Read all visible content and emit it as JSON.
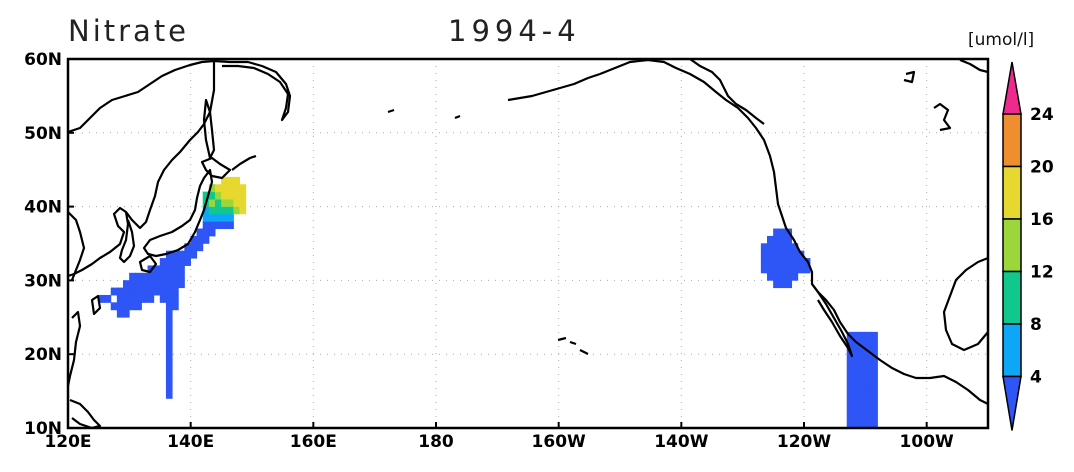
{
  "title": "Nitrate",
  "period": "1994-4",
  "colorbar": {
    "unit": "[umol/l]",
    "labels": [
      "4",
      "8",
      "12",
      "16",
      "20",
      "24"
    ],
    "colors": [
      "#2e55f5",
      "#0ea6f6",
      "#10c88d",
      "#9bd63b",
      "#e6d82e",
      "#ef8e2f",
      "#ef2a8e"
    ]
  },
  "axes": {
    "x_ticks": [
      "120E",
      "140E",
      "160E",
      "180",
      "160W",
      "140W",
      "120W",
      "100W"
    ],
    "y_ticks": [
      "60N",
      "50N",
      "40N",
      "30N",
      "20N",
      "10N"
    ]
  },
  "fields": {
    "kuroshio_cells": [
      [
        125,
        27
      ],
      [
        126,
        27
      ],
      [
        127,
        28
      ],
      [
        127,
        26
      ],
      [
        128,
        26
      ],
      [
        128,
        25
      ],
      [
        128,
        27
      ],
      [
        128,
        28
      ],
      [
        129,
        25
      ],
      [
        129,
        26
      ],
      [
        129,
        27
      ],
      [
        129,
        28
      ],
      [
        129,
        29
      ],
      [
        130,
        26
      ],
      [
        130,
        27
      ],
      [
        130,
        28
      ],
      [
        130,
        29
      ],
      [
        130,
        30
      ],
      [
        131,
        26
      ],
      [
        131,
        27
      ],
      [
        131,
        28
      ],
      [
        131,
        29
      ],
      [
        131,
        30
      ],
      [
        132,
        27
      ],
      [
        132,
        28
      ],
      [
        132,
        29
      ],
      [
        132,
        30
      ],
      [
        133,
        27
      ],
      [
        133,
        28
      ],
      [
        133,
        29
      ],
      [
        133,
        30
      ],
      [
        133,
        31
      ],
      [
        134,
        28
      ],
      [
        134,
        29
      ],
      [
        134,
        30
      ],
      [
        134,
        31
      ],
      [
        135,
        27
      ],
      [
        135,
        28
      ],
      [
        135,
        29
      ],
      [
        135,
        30
      ],
      [
        135,
        31
      ],
      [
        135,
        32
      ],
      [
        136,
        27
      ],
      [
        136,
        28
      ],
      [
        136,
        29
      ],
      [
        136,
        30
      ],
      [
        136,
        31
      ],
      [
        136,
        32
      ],
      [
        136,
        33
      ],
      [
        137,
        26
      ],
      [
        137,
        27
      ],
      [
        137,
        28
      ],
      [
        137,
        29
      ],
      [
        137,
        30
      ],
      [
        137,
        31
      ],
      [
        137,
        32
      ],
      [
        137,
        33
      ],
      [
        138,
        29
      ],
      [
        138,
        30
      ],
      [
        138,
        31
      ],
      [
        138,
        32
      ],
      [
        138,
        33
      ],
      [
        139,
        32
      ],
      [
        139,
        33
      ],
      [
        139,
        34
      ],
      [
        140,
        33
      ],
      [
        140,
        34
      ],
      [
        140,
        35
      ],
      [
        141,
        34
      ],
      [
        141,
        35
      ],
      [
        141,
        36
      ],
      [
        142,
        35
      ],
      [
        142,
        36
      ],
      [
        142,
        37
      ],
      [
        143,
        36
      ],
      [
        143,
        37
      ],
      [
        144,
        37
      ],
      [
        145,
        37
      ],
      [
        146,
        37
      ]
    ],
    "kuroshio_tail": [
      [
        136,
        14
      ],
      [
        136,
        15
      ],
      [
        136,
        16
      ],
      [
        136,
        17
      ],
      [
        136,
        18
      ],
      [
        136,
        19
      ],
      [
        136,
        20
      ],
      [
        136,
        21
      ],
      [
        136,
        22
      ],
      [
        136,
        23
      ],
      [
        136,
        24
      ],
      [
        136,
        25
      ],
      [
        136,
        26
      ]
    ],
    "oyashio_cells": [
      {
        "lon": 142,
        "lat": 38,
        "c": 1
      },
      {
        "lon": 143,
        "lat": 38,
        "c": 1
      },
      {
        "lon": 144,
        "lat": 38,
        "c": 1
      },
      {
        "lon": 145,
        "lat": 38,
        "c": 1
      },
      {
        "lon": 146,
        "lat": 38,
        "c": 1
      },
      {
        "lon": 142,
        "lat": 39,
        "c": 1
      },
      {
        "lon": 143,
        "lat": 39,
        "c": 2
      },
      {
        "lon": 144,
        "lat": 39,
        "c": 2
      },
      {
        "lon": 145,
        "lat": 39,
        "c": 2
      },
      {
        "lon": 146,
        "lat": 39,
        "c": 2
      },
      {
        "lon": 147,
        "lat": 39,
        "c": 3
      },
      {
        "lon": 148,
        "lat": 39,
        "c": 4
      },
      {
        "lon": 142,
        "lat": 40,
        "c": 2
      },
      {
        "lon": 143,
        "lat": 40,
        "c": 3
      },
      {
        "lon": 144,
        "lat": 40,
        "c": 2
      },
      {
        "lon": 145,
        "lat": 40,
        "c": 3
      },
      {
        "lon": 146,
        "lat": 40,
        "c": 3
      },
      {
        "lon": 147,
        "lat": 40,
        "c": 4
      },
      {
        "lon": 148,
        "lat": 40,
        "c": 4
      },
      {
        "lon": 142,
        "lat": 41,
        "c": 2
      },
      {
        "lon": 143,
        "lat": 41,
        "c": 2
      },
      {
        "lon": 144,
        "lat": 41,
        "c": 3
      },
      {
        "lon": 145,
        "lat": 41,
        "c": 4
      },
      {
        "lon": 146,
        "lat": 41,
        "c": 4
      },
      {
        "lon": 147,
        "lat": 41,
        "c": 4
      },
      {
        "lon": 148,
        "lat": 41,
        "c": 4
      },
      {
        "lon": 143,
        "lat": 42,
        "c": 3
      },
      {
        "lon": 144,
        "lat": 42,
        "c": 4
      },
      {
        "lon": 145,
        "lat": 42,
        "c": 4
      },
      {
        "lon": 146,
        "lat": 42,
        "c": 4
      },
      {
        "lon": 147,
        "lat": 42,
        "c": 4
      },
      {
        "lon": 148,
        "lat": 42,
        "c": 4
      },
      {
        "lon": 145,
        "lat": 43,
        "c": 4
      },
      {
        "lon": 146,
        "lat": 43,
        "c": 4
      },
      {
        "lon": 147,
        "lat": 43,
        "c": 4
      }
    ],
    "california_cells": [
      [
        -125,
        29
      ],
      [
        -124,
        29
      ],
      [
        -123,
        29
      ],
      [
        -126,
        30
      ],
      [
        -125,
        30
      ],
      [
        -124,
        30
      ],
      [
        -123,
        30
      ],
      [
        -122,
        30
      ],
      [
        -127,
        31
      ],
      [
        -126,
        31
      ],
      [
        -125,
        31
      ],
      [
        -124,
        31
      ],
      [
        -123,
        31
      ],
      [
        -122,
        31
      ],
      [
        -121,
        31
      ],
      [
        -120,
        31
      ],
      [
        -127,
        32
      ],
      [
        -126,
        32
      ],
      [
        -125,
        32
      ],
      [
        -124,
        32
      ],
      [
        -123,
        32
      ],
      [
        -122,
        32
      ],
      [
        -121,
        32
      ],
      [
        -120,
        32
      ],
      [
        -127,
        33
      ],
      [
        -126,
        33
      ],
      [
        -125,
        33
      ],
      [
        -124,
        33
      ],
      [
        -123,
        33
      ],
      [
        -122,
        33
      ],
      [
        -121,
        33
      ],
      [
        -127,
        34
      ],
      [
        -126,
        34
      ],
      [
        -125,
        34
      ],
      [
        -124,
        34
      ],
      [
        -123,
        34
      ],
      [
        -122,
        34
      ],
      [
        -126,
        35
      ],
      [
        -125,
        35
      ],
      [
        -124,
        35
      ],
      [
        -123,
        35
      ],
      [
        -125,
        36
      ],
      [
        -124,
        36
      ],
      [
        -123,
        36
      ]
    ],
    "mexico_block": {
      "lon_min": -113,
      "lon_max": -108,
      "lat_min": 10,
      "lat_max": 23
    }
  }
}
